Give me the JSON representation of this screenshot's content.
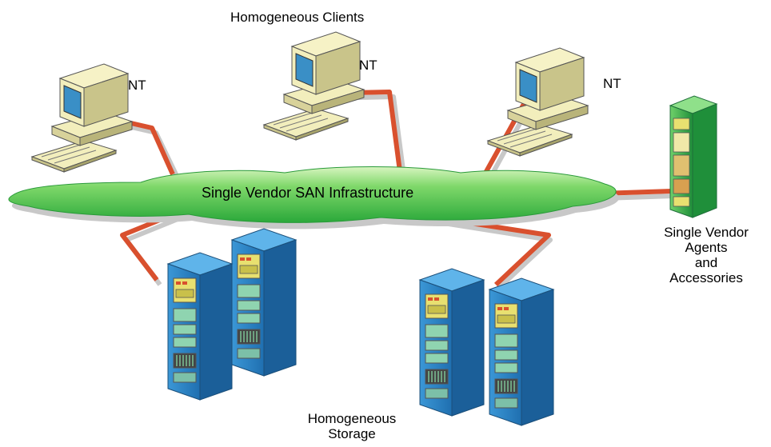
{
  "title": "Homogeneous Clients",
  "clients": [
    {
      "os_label": "NT"
    },
    {
      "os_label": "NT"
    },
    {
      "os_label": "NT"
    }
  ],
  "san": {
    "label": "Single Vendor SAN Infrastructure"
  },
  "agents": {
    "lines": [
      "Single Vendor",
      "Agents",
      "and",
      "Accessories"
    ]
  },
  "storage": {
    "lines": [
      "Homogeneous",
      "Storage"
    ]
  },
  "colors": {
    "link": "#d9502e",
    "link_shadow": "#c8c8c8",
    "cloud_green": "#3fbf3f",
    "cloud_light": "#d8f5c0",
    "rack_blue": "#2f84c8",
    "rack_dark": "#1b5f99",
    "panel_yellow": "#e8e070",
    "monitor_beige": "#f2eebc",
    "screen_blue": "#3a8fc6",
    "cabinet_green": "#2fa84a"
  }
}
